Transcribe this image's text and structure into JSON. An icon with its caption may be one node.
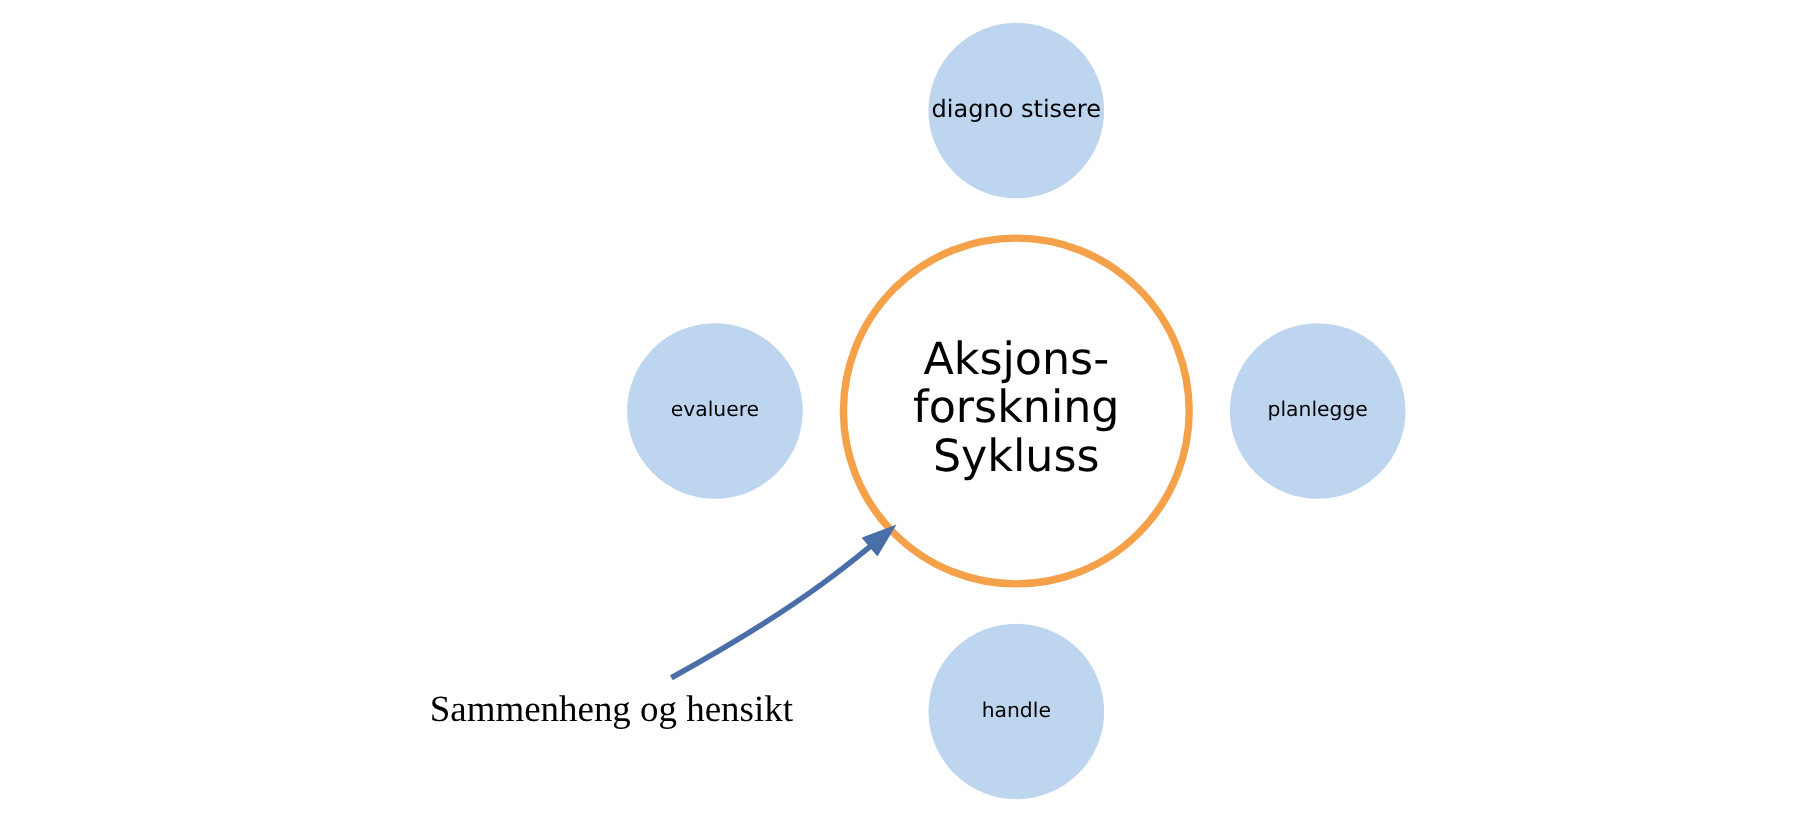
{
  "diagram": {
    "nodes": [
      {
        "text": [
          "Sammenheng og hensikt"
        ]
      },
      {
        "text": [
          "diagno stisere"
        ]
      },
      {
        "text": [
          "evaluere"
        ]
      },
      {
        "text": [
          "Aksjons- forskning Sykluss"
        ]
      },
      {
        "text": [
          "planlegge"
        ]
      },
      {
        "text": [
          "handle"
        ]
      }
    ],
    "edges": [
      {
        "from": 0,
        "to": 3,
        "arrow": "to"
      }
    ]
  }
}
